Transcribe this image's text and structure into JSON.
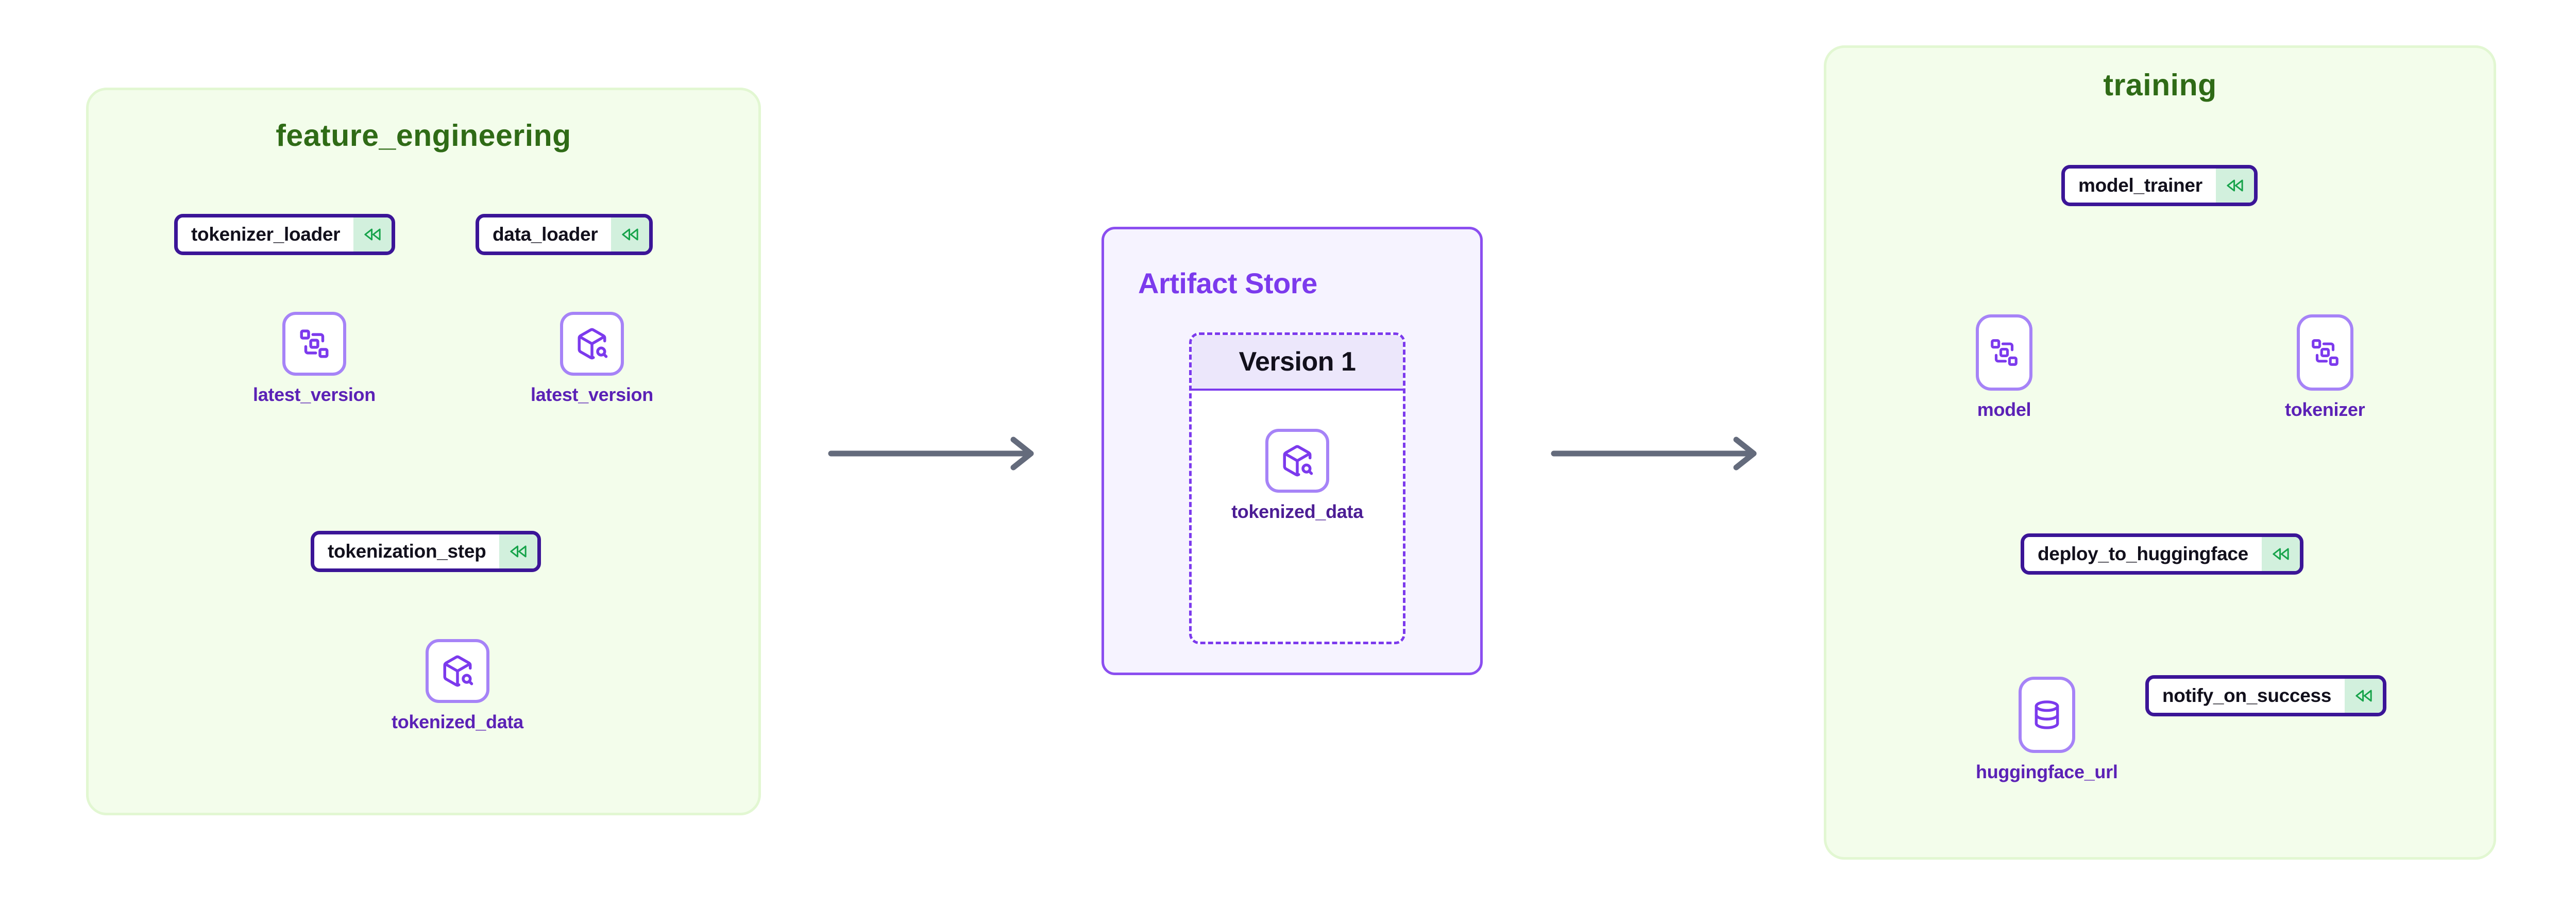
{
  "groups": [
    {
      "id": "feature_engineering",
      "title": "feature_engineering"
    },
    {
      "id": "training",
      "title": "training"
    }
  ],
  "artifact_store": {
    "title": "Artifact Store",
    "version_label": "Version 1",
    "artifact": {
      "label": "tokenized_data",
      "icon": "package-search-icon"
    }
  },
  "feature_engineering": {
    "steps": [
      {
        "id": "tokenizer_loader",
        "label": "tokenizer_loader",
        "badge_icon": "rewind-icon",
        "cached": true
      },
      {
        "id": "data_loader",
        "label": "data_loader",
        "badge_icon": "rewind-icon",
        "cached": true
      },
      {
        "id": "tokenization_step",
        "label": "tokenization_step",
        "badge_icon": "rewind-icon",
        "cached": true
      }
    ],
    "artifacts": [
      {
        "id": "latest_version_tokenizer",
        "label": "latest_version",
        "icon": "workflow-icon"
      },
      {
        "id": "latest_version_data",
        "label": "latest_version",
        "icon": "package-search-icon"
      },
      {
        "id": "tokenized_data",
        "label": "tokenized_data",
        "icon": "package-search-icon"
      }
    ]
  },
  "training": {
    "steps": [
      {
        "id": "model_trainer",
        "label": "model_trainer",
        "badge_icon": "rewind-icon",
        "cached": true
      },
      {
        "id": "deploy_to_huggingface",
        "label": "deploy_to_huggingface",
        "badge_icon": "rewind-icon",
        "cached": true
      },
      {
        "id": "notify_on_success",
        "label": "notify_on_success",
        "badge_icon": "rewind-icon",
        "cached": true
      }
    ],
    "artifacts": [
      {
        "id": "model",
        "label": "model",
        "icon": "workflow-icon"
      },
      {
        "id": "tokenizer",
        "label": "tokenizer",
        "icon": "workflow-icon"
      },
      {
        "id": "huggingface_url",
        "label": "huggingface_url",
        "icon": "database-icon"
      }
    ]
  },
  "connectors": [
    {
      "id": "fe-to-store",
      "icon": "arrow-right-icon"
    },
    {
      "id": "store-to-training",
      "icon": "arrow-right-icon"
    }
  ],
  "colors": {
    "group_bg": "#f3fdeb",
    "group_border": "#e2f7d2",
    "group_title": "#2f6b16",
    "store_bg": "#f6f3ff",
    "store_border": "#8b4ef0",
    "store_title": "#7c3aed",
    "step_border": "#3b1597",
    "step_badge_bg": "#d2f0dd",
    "badge_icon": "#16a34a",
    "artifact_border": "#a683f7",
    "artifact_icon": "#7c3aed",
    "artifact_label": "#5b21b6",
    "edge": "#cfd0d8",
    "connector_arrow": "#646b7c"
  }
}
